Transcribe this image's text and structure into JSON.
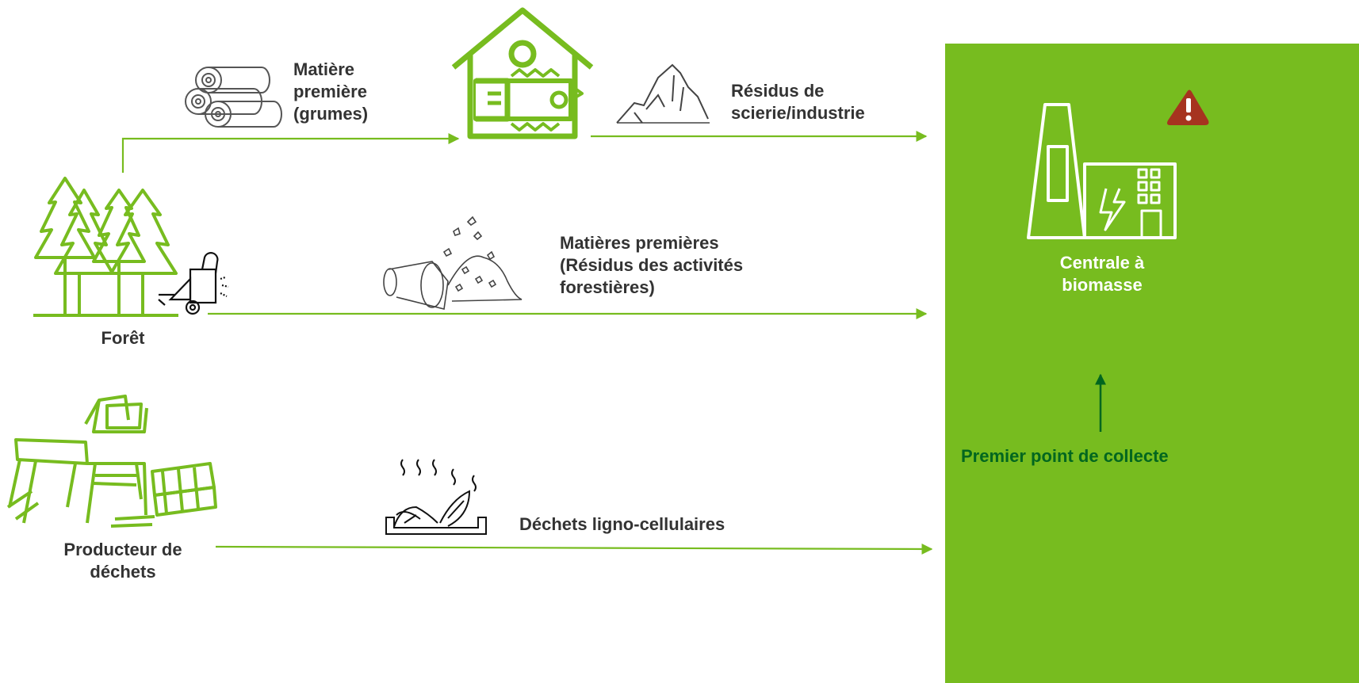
{
  "colors": {
    "icon_green": "#77bc1f",
    "arrow_green": "#77bc1f",
    "panel_green": "#77bc1f",
    "dark_green": "#00661f",
    "warning_red": "#a6331f",
    "text": "#333333"
  },
  "nodes": {
    "forest": {
      "label": "Forêt",
      "icon": "forest-icon"
    },
    "waste_producer": {
      "label_lines": [
        "Producteur de",
        "déchets"
      ],
      "icon": "broken-furniture-icon"
    },
    "sawmill": {
      "icon": "sawmill-icon"
    },
    "plant": {
      "label_lines": [
        "Centrale à",
        "biomasse"
      ],
      "icon": "biomass-plant-icon"
    }
  },
  "flows": {
    "logs": {
      "label_lines": [
        "Matière",
        "première",
        "(grumes)"
      ],
      "icon": "logs-icon"
    },
    "sawmill_residues": {
      "label_lines": [
        "Résidus de",
        "scierie/industrie"
      ],
      "icon": "wood-pile-icon"
    },
    "forest_residues": {
      "label_lines": [
        "Matières premières",
        "(Résidus des activités",
        "forestières)"
      ],
      "icon": "forest-residues-icon"
    },
    "waste": {
      "label": "Déchets ligno-cellulaires",
      "icon": "compost-icon"
    }
  },
  "collection_point": {
    "label": "Premier point de collecte"
  },
  "warning": {
    "icon": "warning-icon"
  }
}
